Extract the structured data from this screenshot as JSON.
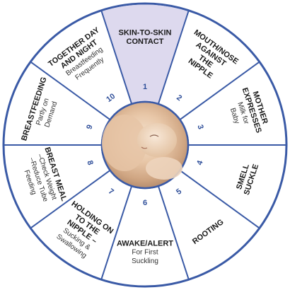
{
  "colors": {
    "ring": "#3a5aa6",
    "highlight": "#ddd9ee",
    "background": "#ffffff",
    "number": "#2f4f9a"
  },
  "center_image": "nursing-baby-photo",
  "segments": [
    {
      "number": "1",
      "title": [
        "SKIN-TO-SKIN",
        "CONTACT"
      ],
      "sub": [],
      "highlight": true
    },
    {
      "number": "2",
      "title": [
        "MOUTH/NOSE",
        "AGAINST",
        "THE",
        "NIPPLE"
      ],
      "sub": []
    },
    {
      "number": "3",
      "title": [
        "MOTHER",
        "EXPRESSES"
      ],
      "sub": [
        "Milk for",
        "Baby"
      ]
    },
    {
      "number": "4",
      "title": [
        "SMELL",
        "SUCKLE"
      ],
      "sub": []
    },
    {
      "number": "5",
      "title": [
        "ROOTING"
      ],
      "sub": []
    },
    {
      "number": "6",
      "title": [
        "AWAKE/ALERT"
      ],
      "sub": [
        "For First",
        "Suckling"
      ]
    },
    {
      "number": "7",
      "title": [
        "HOLDING ON",
        "TO THE",
        "NIPPLE –"
      ],
      "sub": [
        "Sucking &",
        "Swallowing"
      ]
    },
    {
      "number": "8",
      "title": [
        "BREAST MEAL"
      ],
      "sub": [
        "–Check Weight",
        "–Reduce Tube",
        "Feeding"
      ]
    },
    {
      "number": "9",
      "title": [
        "BREASTFEEDING"
      ],
      "sub": [
        "Partly on",
        "Demand"
      ]
    },
    {
      "number": "10",
      "title": [
        "TOGETHER DAY",
        "AND NIGHT"
      ],
      "sub": [
        "Breastfeeding",
        "Frequently"
      ]
    }
  ]
}
